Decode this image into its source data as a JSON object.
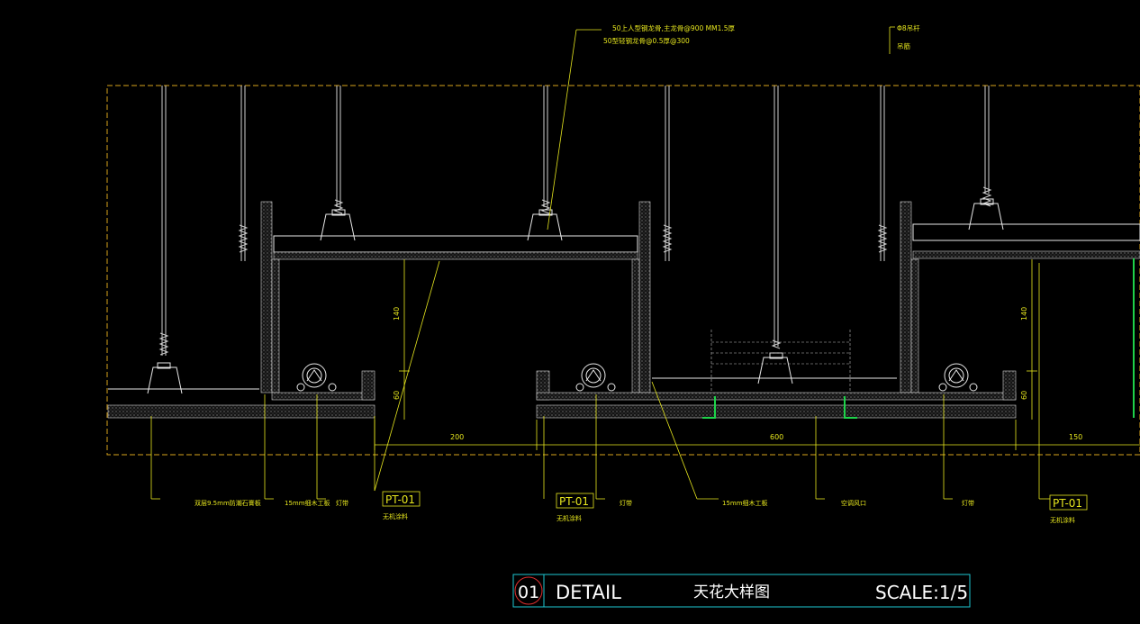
{
  "top_notes": {
    "main_line1": "50上人型钢龙骨,主龙骨@900 MM1.5厚",
    "main_line2": "50型轻钢龙骨@0.5厚@300",
    "right_line1": "Φ8吊杆",
    "right_line2": "吊筋"
  },
  "dimensions": {
    "left_height_upper": "140",
    "left_height_lower": "60",
    "right_height_upper": "140",
    "right_height_lower": "60",
    "width_left": "200",
    "width_middle": "600",
    "width_right": "150"
  },
  "callouts": {
    "c1": "双层9.5mm防潮石膏板",
    "c2": "15mm细木工板",
    "c3": "灯带",
    "c4": "灯带",
    "c5": "15mm细木工板",
    "c6": "空调风口",
    "c7": "灯带"
  },
  "tags": {
    "t1_code": "PT-01",
    "t1_desc": "无机涂料",
    "t2_code": "PT-01",
    "t2_desc": "无机涂料",
    "t3_code": "PT-01",
    "t3_desc": "无机涂料"
  },
  "title_block": {
    "number": "01",
    "label": "DETAIL",
    "name": "天花大样图",
    "scale": "SCALE:1/5"
  },
  "colors": {
    "background": "#000000",
    "outline": "#d9a31c",
    "lines": "#ffffff",
    "annotations": "#e6e61e",
    "title_frame": "#1ec8d2",
    "circle": "#e03030",
    "accent": "#1ed24a"
  }
}
